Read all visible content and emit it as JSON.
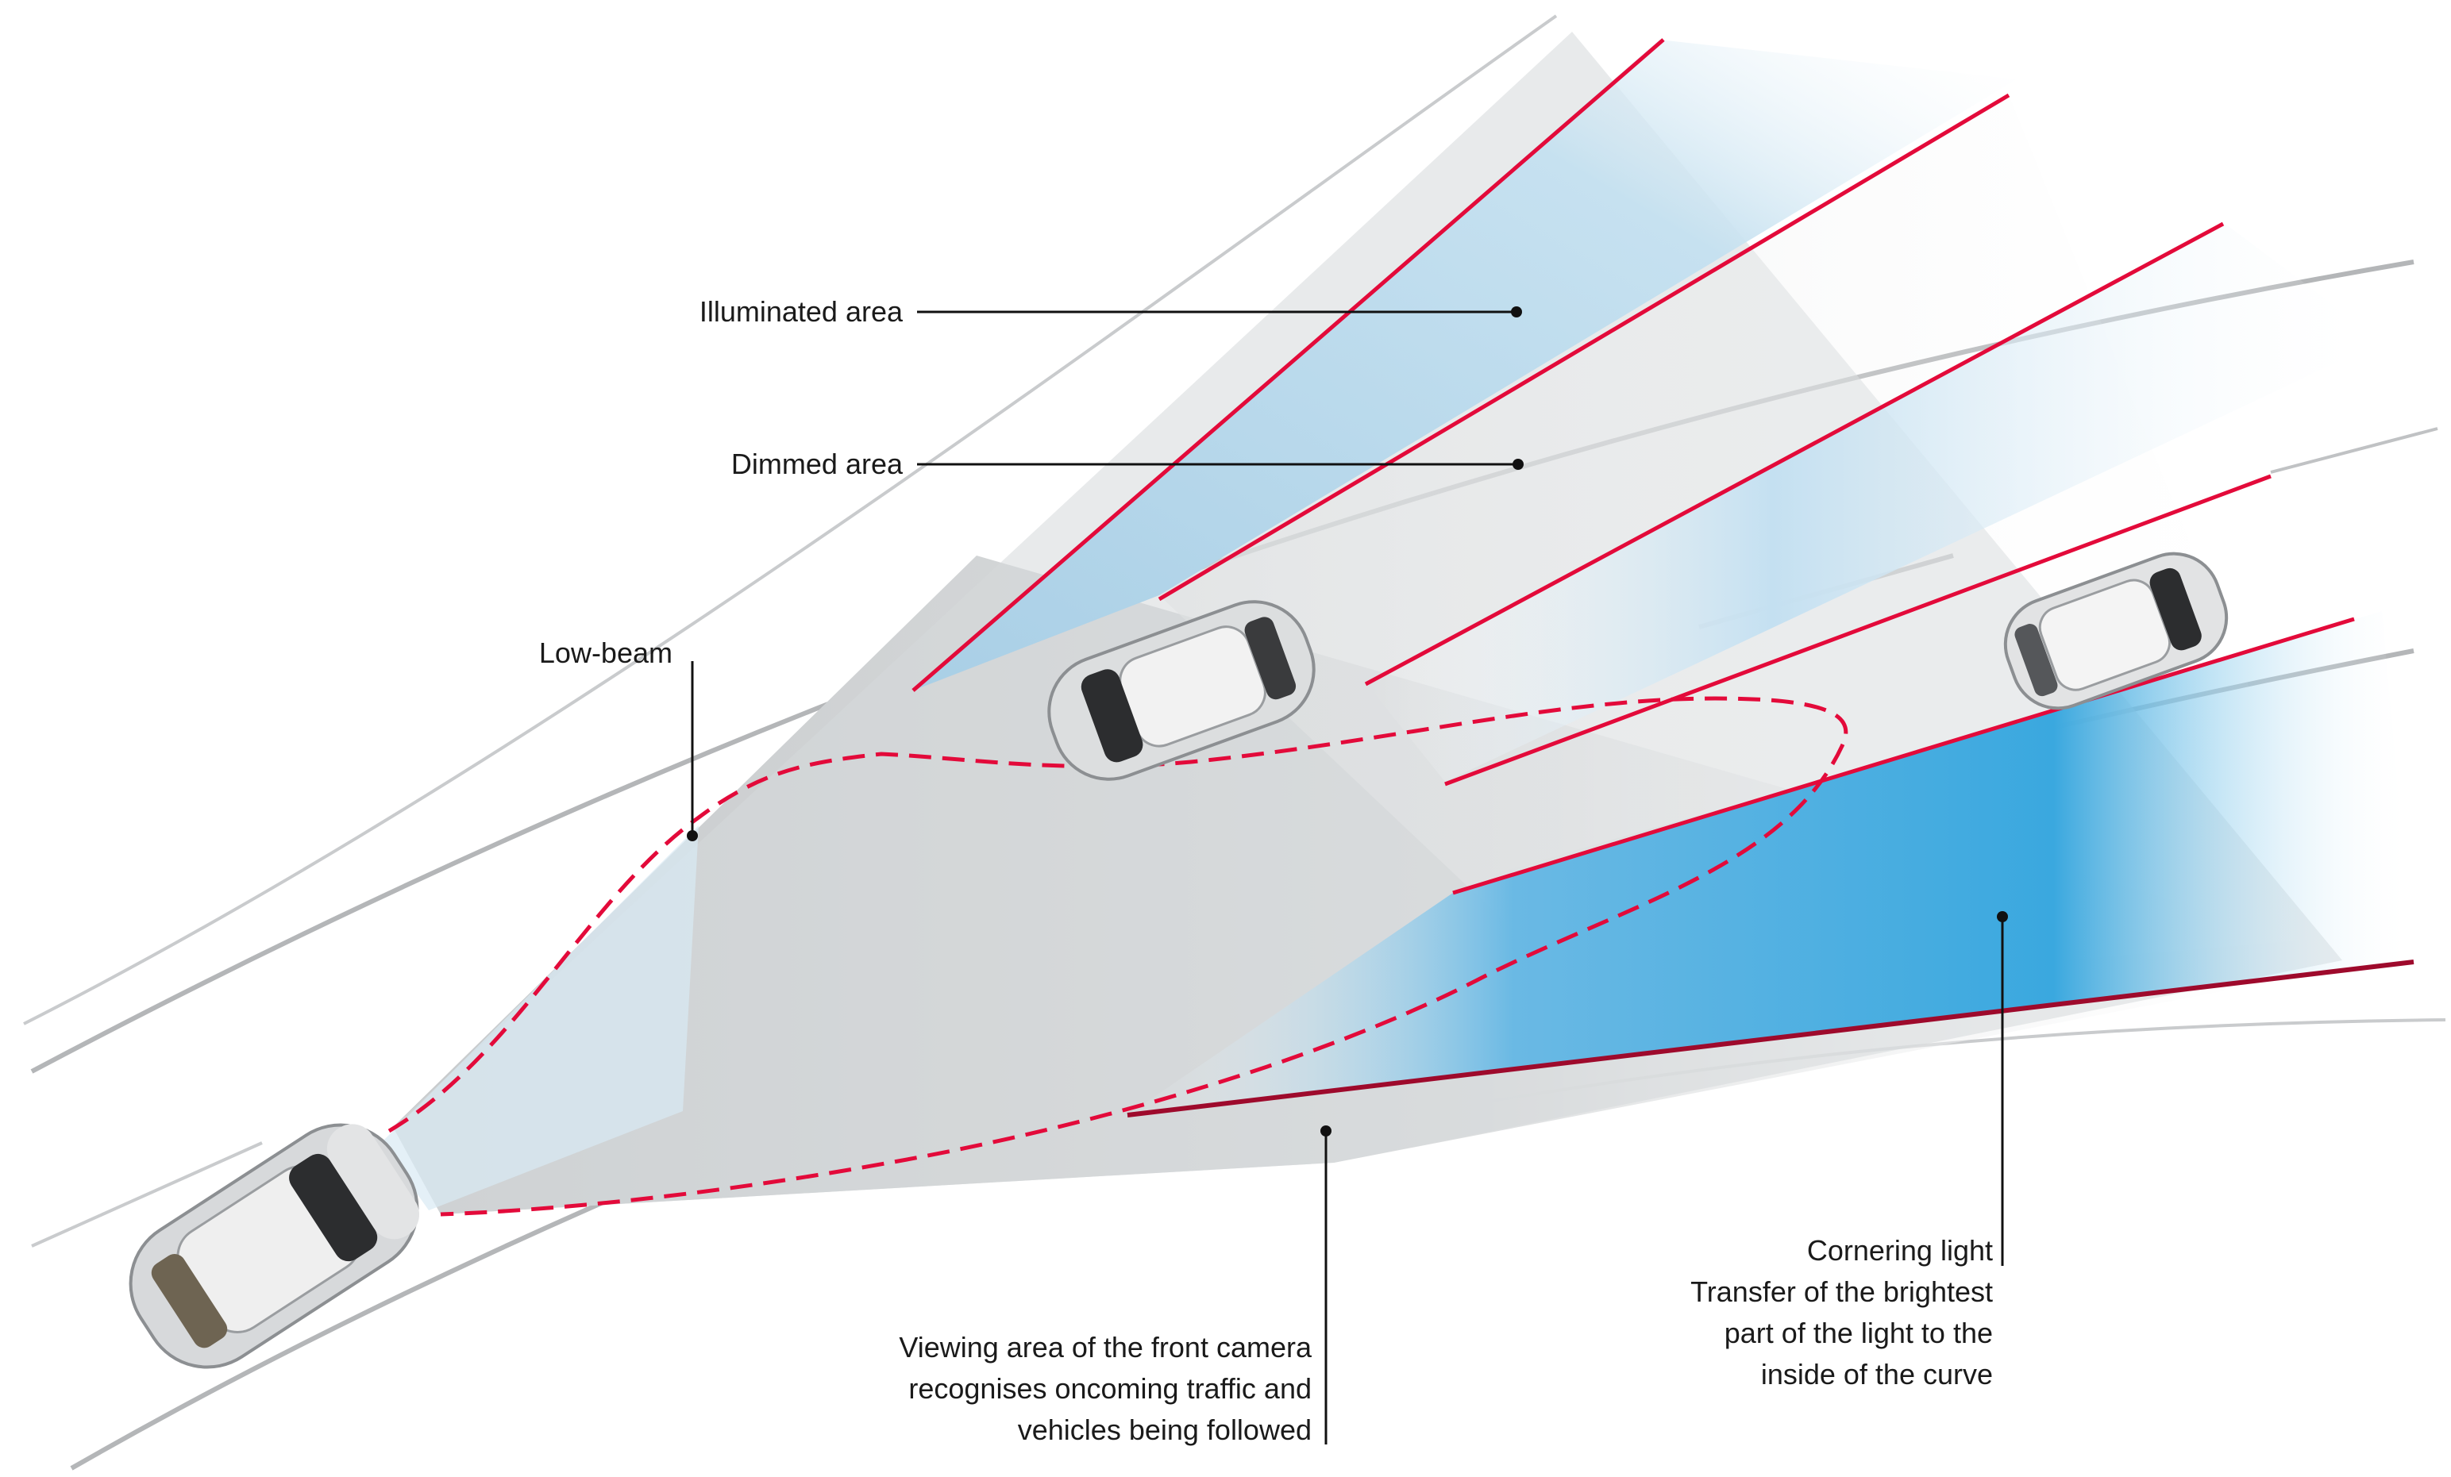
{
  "labels": {
    "illuminated_area": "Illuminated area",
    "dimmed_area": "Dimmed area",
    "low_beam": "Low-beam",
    "cornering_light": [
      "Cornering light",
      "Transfer of the brightest",
      "part of the light to the",
      "inside of the curve"
    ],
    "front_camera": [
      "Viewing area of the front camera",
      "recognises oncoming traffic and",
      "vehicles being followed"
    ]
  },
  "colors": {
    "beam_boundary": "#e30a3a",
    "illuminated_blue": "#bcd9ec",
    "cornering_blue": "#3ba8de",
    "low_beam_grey": "#cfd2d4",
    "road_edge": "#b4b6b8",
    "leader_line": "#111111"
  }
}
